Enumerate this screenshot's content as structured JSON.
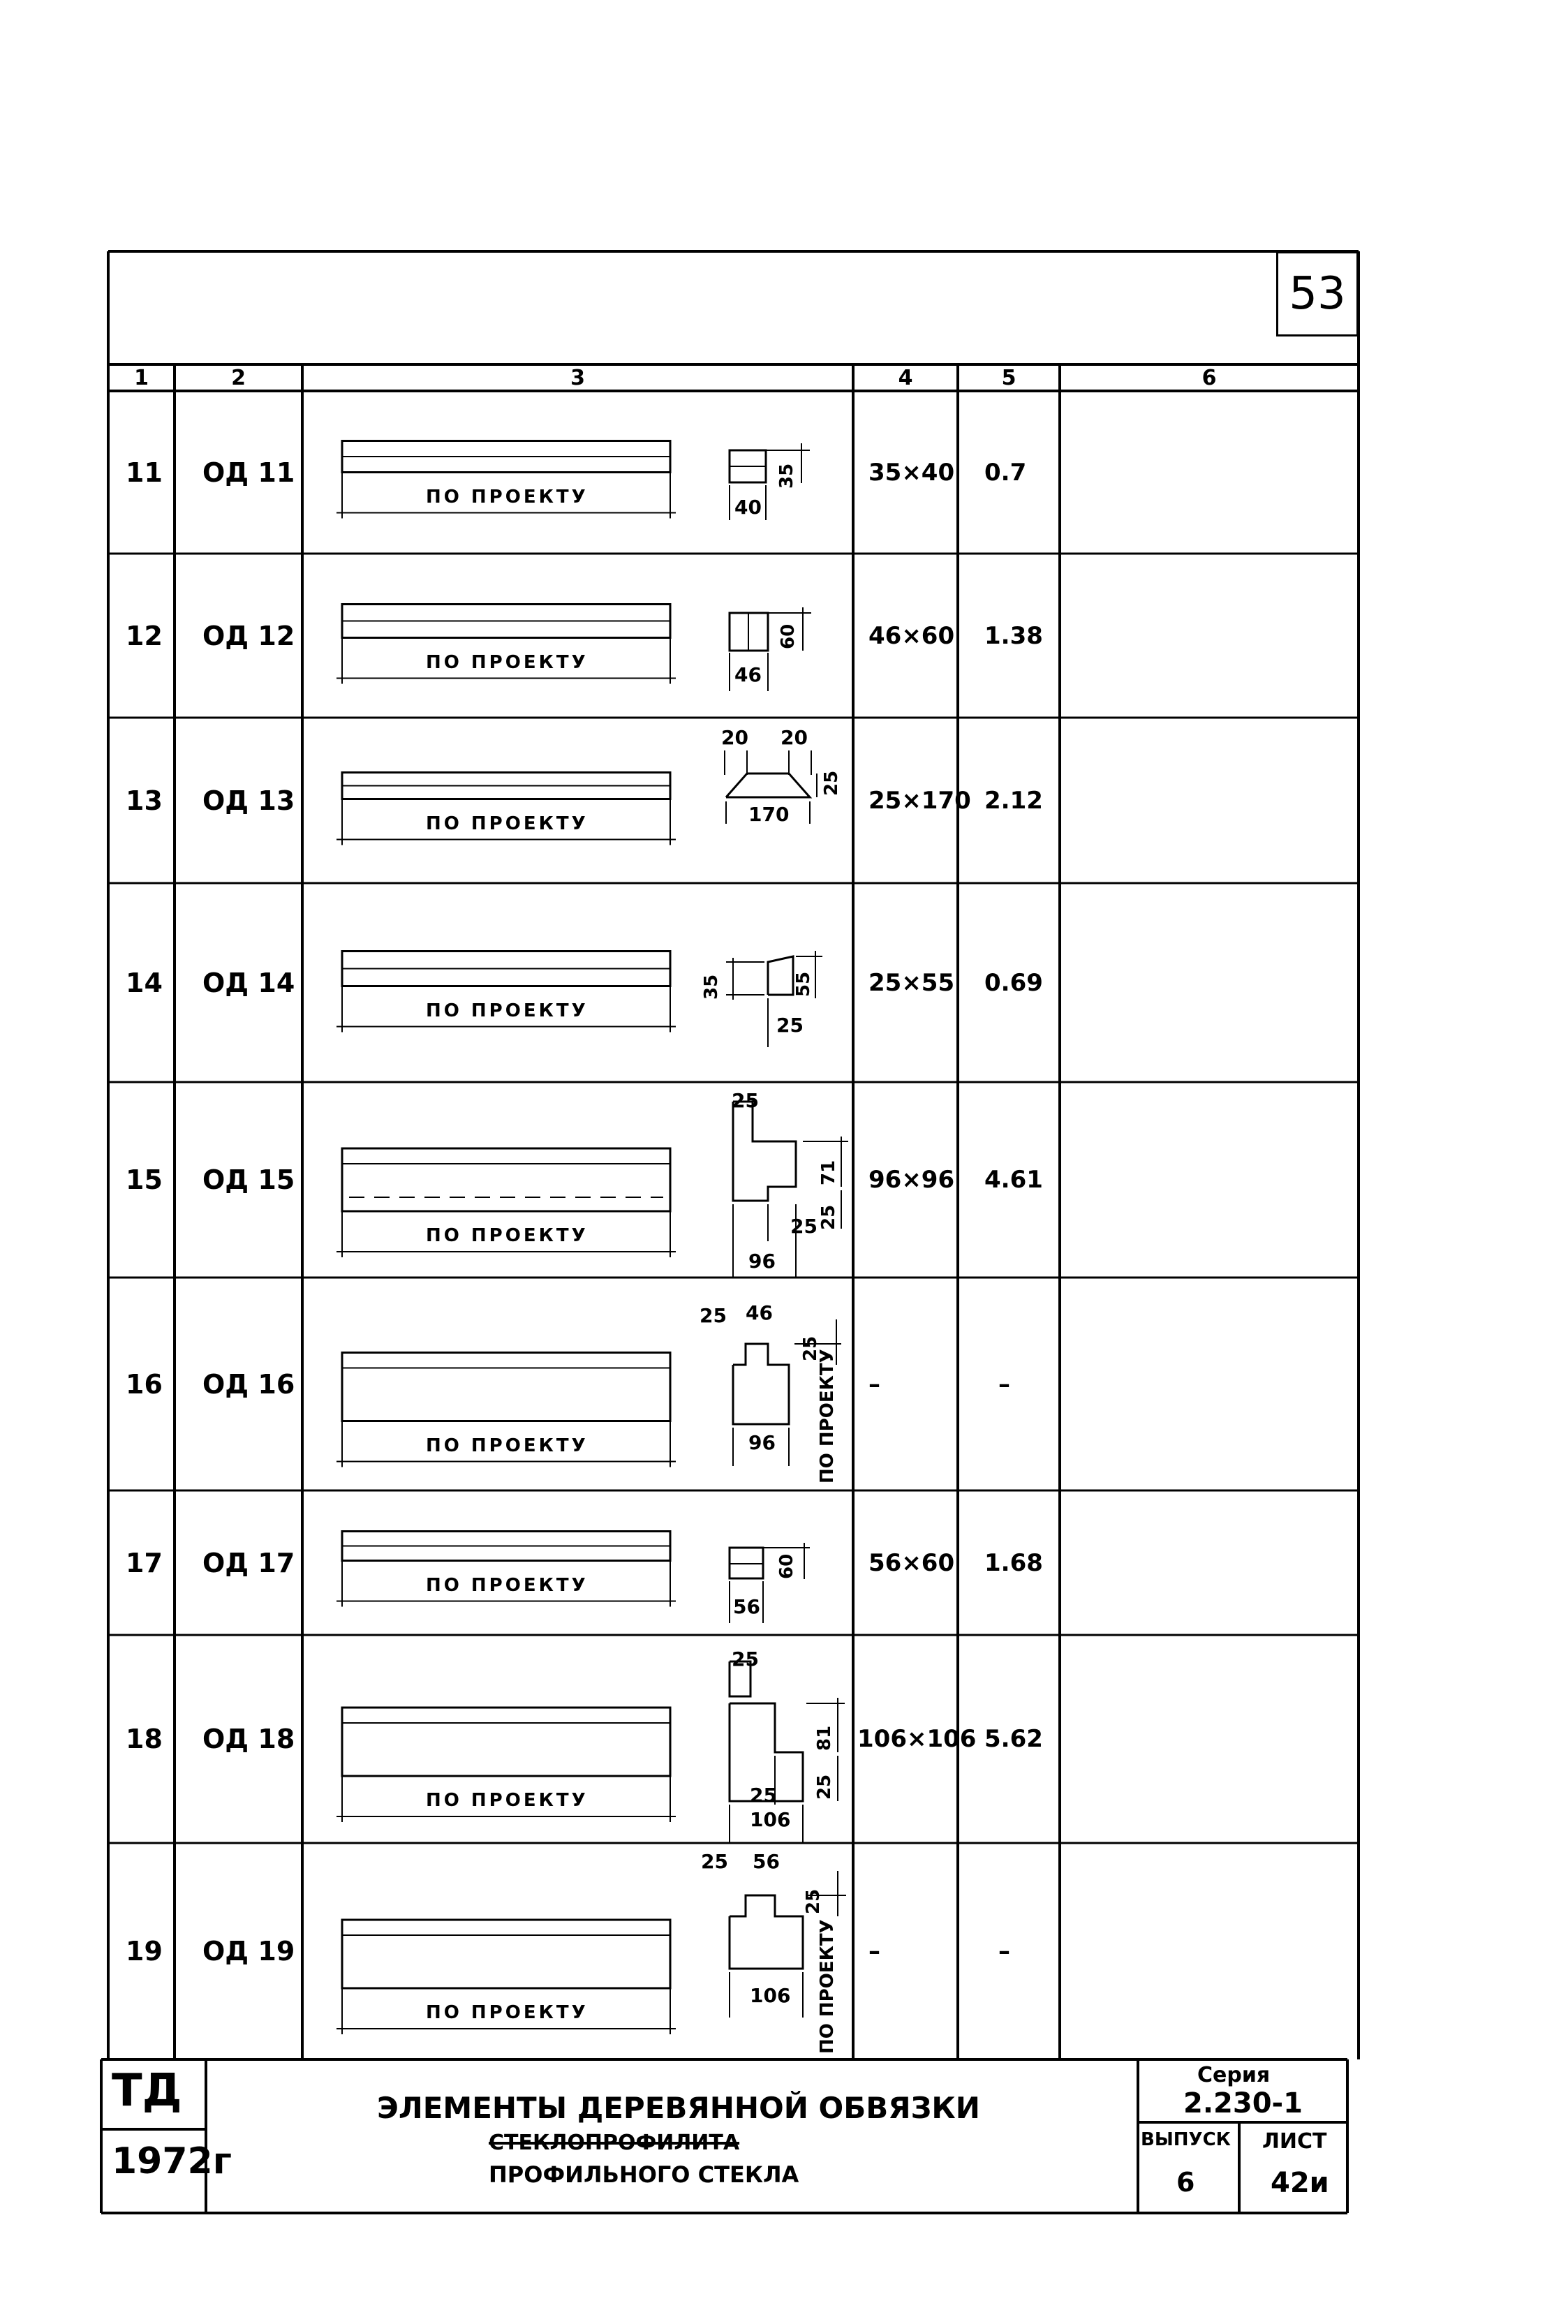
{
  "page_number": "53",
  "column_headers": [
    "1",
    "2",
    "3",
    "4",
    "5",
    "6"
  ],
  "rows": [
    {
      "num": "11",
      "code": "ОД 11",
      "section": "35×40",
      "volume": "0.7",
      "note": "",
      "dims": [
        "35",
        "40"
      ]
    },
    {
      "num": "12",
      "code": "ОД 12",
      "section": "46×60",
      "volume": "1.38",
      "note": "",
      "dims": [
        "60",
        "46"
      ]
    },
    {
      "num": "13",
      "code": "ОД 13",
      "section": "25×170",
      "volume": "2.12",
      "note": "",
      "dims": [
        "20",
        "20",
        "25",
        "170"
      ]
    },
    {
      "num": "14",
      "code": "ОД 14",
      "section": "25×55",
      "volume": "0.69",
      "note": "",
      "dims": [
        "35",
        "55",
        "25"
      ]
    },
    {
      "num": "15",
      "code": "ОД 15",
      "section": "96×96",
      "volume": "4.61",
      "note": "",
      "dims": [
        "25",
        "71",
        "25",
        "25",
        "96"
      ]
    },
    {
      "num": "16",
      "code": "ОД 16",
      "section": "–",
      "volume": "–",
      "note": "",
      "dims": [
        "25",
        "46",
        "25",
        "96",
        "ПО ПРОЕКТУ"
      ]
    },
    {
      "num": "17",
      "code": "ОД 17",
      "section": "56×60",
      "volume": "1.68",
      "note": "",
      "dims": [
        "60",
        "56"
      ]
    },
    {
      "num": "18",
      "code": "ОД 18",
      "section": "106×106",
      "volume": "5.62",
      "note": "",
      "dims": [
        "25",
        "81",
        "25",
        "25",
        "106"
      ]
    },
    {
      "num": "19",
      "code": "ОД 19",
      "section": "–",
      "volume": "–",
      "note": "",
      "dims": [
        "25",
        "56",
        "25",
        "106",
        "ПО ПРОЕКТУ"
      ]
    }
  ],
  "length_label": "ПО ПРОЕКТУ",
  "title_block": {
    "org": "ТД",
    "year": "1972г",
    "title_line1": "ЭЛЕМЕНТЫ ДЕРЕВЯННОЙ ОБВЯЗКИ",
    "title_line2_struck": "СТЕКЛОПРОФИЛИТА",
    "title_line3": "ПРОФИЛЬНОГО СТЕКЛА",
    "series_label": "Серия",
    "series_value": "2.230-1",
    "issue_label": "ВЫПУСК",
    "issue_value": "6",
    "sheet_label": "ЛИСТ",
    "sheet_value": "42и"
  }
}
